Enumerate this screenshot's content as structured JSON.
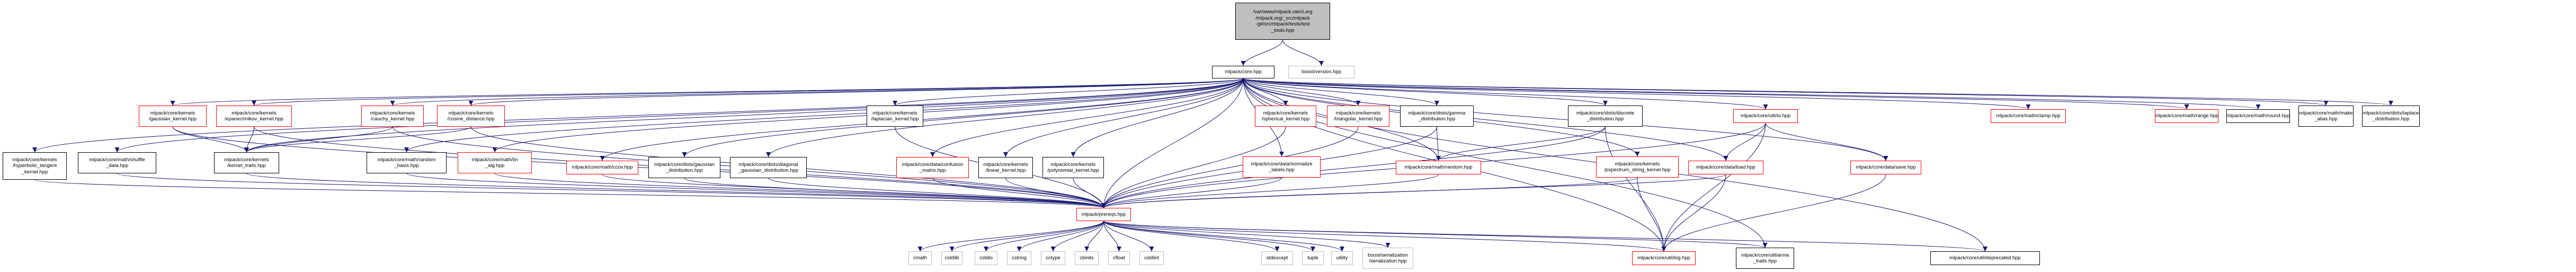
{
  "diagram": {
    "type": "include-dependency-graph",
    "colors": {
      "edge": "#191970",
      "root_fill": "#bfbfbf",
      "red_border": "#ff0000",
      "black_border": "#000000",
      "gray_border": "#bfbfbf"
    },
    "nodes": [
      {
        "id": "root",
        "label": "/var/www/mlpack.ratml.org\n/mlpack.org/_src/mlpack\n-git/src/mlpack/tests/test\n_tools.hpp",
        "style": "root"
      },
      {
        "id": "core",
        "label": "mlpack/core.hpp",
        "style": "black"
      },
      {
        "id": "boost_version",
        "label": "boost/version.hpp",
        "style": "gray"
      },
      {
        "id": "gaussian_kernel",
        "label": "mlpack/core/kernels\n/gaussian_kernel.hpp",
        "style": "red"
      },
      {
        "id": "epanechnikov_kernel",
        "label": "mlpack/core/kernels\n/epanechnikov_kernel.hpp",
        "style": "red"
      },
      {
        "id": "cauchy_kernel",
        "label": "mlpack/core/kernels\n/cauchy_kernel.hpp",
        "style": "red"
      },
      {
        "id": "cosine_distance",
        "label": "mlpack/core/kernels\n/cosine_distance.hpp",
        "style": "red"
      },
      {
        "id": "laplacian_kernel",
        "label": "mlpack/core/kernels\n/laplacian_kernel.hpp",
        "style": "black"
      },
      {
        "id": "spherical_kernel",
        "label": "mlpack/core/kernels\n/spherical_kernel.hpp",
        "style": "red"
      },
      {
        "id": "triangular_kernel",
        "label": "mlpack/core/kernels\n/triangular_kernel.hpp",
        "style": "red"
      },
      {
        "id": "gamma_distribution",
        "label": "mlpack/core/dists/gamma\n_distribution.hpp",
        "style": "black"
      },
      {
        "id": "discrete_distribution",
        "label": "mlpack/core/dists/discrete\n_distribution.hpp",
        "style": "black"
      },
      {
        "id": "io",
        "label": "mlpack/core/util/io.hpp",
        "style": "red"
      },
      {
        "id": "clamp",
        "label": "mlpack/core/math/clamp.hpp",
        "style": "red"
      },
      {
        "id": "range",
        "label": "mlpack/core/math/range.hpp",
        "style": "red"
      },
      {
        "id": "round",
        "label": "mlpack/core/math/round.hpp",
        "style": "black"
      },
      {
        "id": "make_alias",
        "label": "mlpack/core/math/make\n_alias.hpp",
        "style": "black"
      },
      {
        "id": "laplace_distribution",
        "label": "mlpack/core/dists/laplace\n_distribution.hpp",
        "style": "black"
      },
      {
        "id": "hyperbolic_tangent_kernel",
        "label": "mlpack/core/kernels\n/hyperbolic_tangent\n_kernel.hpp",
        "style": "black"
      },
      {
        "id": "shuffle_data",
        "label": "mlpack/core/math/shuffle\n_data.hpp",
        "style": "black"
      },
      {
        "id": "kernel_traits",
        "label": "mlpack/core/kernels\n/kernel_traits.hpp",
        "style": "black"
      },
      {
        "id": "random_basis",
        "label": "mlpack/core/math/random\n_basis.hpp",
        "style": "black"
      },
      {
        "id": "lin_alg",
        "label": "mlpack/core/math/lin\n_alg.hpp",
        "style": "red"
      },
      {
        "id": "ccov",
        "label": "mlpack/core/math/ccov.hpp",
        "style": "red"
      },
      {
        "id": "gaussian_distribution",
        "label": "mlpack/core/dists/gaussian\n_distribution.hpp",
        "style": "black"
      },
      {
        "id": "diagonal_gaussian_distribution",
        "label": "mlpack/core/dists/diagonal\n_gaussian_distribution.hpp",
        "style": "black"
      },
      {
        "id": "confusion_matrix",
        "label": "mlpack/core/data/confusion\n_matrix.hpp",
        "style": "red"
      },
      {
        "id": "linear_kernel",
        "label": "mlpack/core/kernels\n/linear_kernel.hpp",
        "style": "black"
      },
      {
        "id": "polynomial_kernel",
        "label": "mlpack/core/kernels\n/polynomial_kernel.hpp",
        "style": "black"
      },
      {
        "id": "normalize_labels",
        "label": "mlpack/core/data/normalize\n_labels.hpp",
        "style": "red"
      },
      {
        "id": "random",
        "label": "mlpack/core/math/random.hpp",
        "style": "red"
      },
      {
        "id": "pspectrum_string_kernel",
        "label": "mlpack/core/kernels\n/pspectrum_string_kernel.hpp",
        "style": "red"
      },
      {
        "id": "load",
        "label": "mlpack/core/data/load.hpp",
        "style": "red"
      },
      {
        "id": "save",
        "label": "mlpack/core/data/save.hpp",
        "style": "red"
      },
      {
        "id": "prereqs",
        "label": "mlpack/prereqs.hpp",
        "style": "red"
      },
      {
        "id": "cmath",
        "label": "cmath",
        "style": "gray"
      },
      {
        "id": "cstdlib",
        "label": "cstdlib",
        "style": "gray"
      },
      {
        "id": "cstdio",
        "label": "cstdio",
        "style": "gray"
      },
      {
        "id": "cstring",
        "label": "cstring",
        "style": "gray"
      },
      {
        "id": "cctype",
        "label": "cctype",
        "style": "gray"
      },
      {
        "id": "climits",
        "label": "climits",
        "style": "gray"
      },
      {
        "id": "cfloat",
        "label": "cfloat",
        "style": "gray"
      },
      {
        "id": "cstdint",
        "label": "cstdint",
        "style": "gray"
      },
      {
        "id": "stdexcept",
        "label": "stdexcept",
        "style": "gray"
      },
      {
        "id": "tuple",
        "label": "tuple",
        "style": "gray"
      },
      {
        "id": "utility",
        "label": "utility",
        "style": "gray"
      },
      {
        "id": "boost_serialization",
        "label": "boost/serialization\n/serialization.hpp",
        "style": "gray"
      },
      {
        "id": "log",
        "label": "mlpack/core/util/log.hpp",
        "style": "red"
      },
      {
        "id": "arma_traits",
        "label": "mlpack/core/util/arma\n_traits.hpp",
        "style": "black"
      },
      {
        "id": "deprecated",
        "label": "mlpack/core/util/deprecated.hpp",
        "style": "black"
      }
    ],
    "edges": [
      [
        "root",
        "core"
      ],
      [
        "root",
        "boost_version"
      ],
      [
        "core",
        "gaussian_kernel"
      ],
      [
        "core",
        "epanechnikov_kernel"
      ],
      [
        "core",
        "cauchy_kernel"
      ],
      [
        "core",
        "cosine_distance"
      ],
      [
        "core",
        "laplacian_kernel"
      ],
      [
        "core",
        "spherical_kernel"
      ],
      [
        "core",
        "triangular_kernel"
      ],
      [
        "core",
        "gamma_distribution"
      ],
      [
        "core",
        "discrete_distribution"
      ],
      [
        "core",
        "io"
      ],
      [
        "core",
        "clamp"
      ],
      [
        "core",
        "range"
      ],
      [
        "core",
        "round"
      ],
      [
        "core",
        "make_alias"
      ],
      [
        "core",
        "laplace_distribution"
      ],
      [
        "core",
        "hyperbolic_tangent_kernel"
      ],
      [
        "core",
        "shuffle_data"
      ],
      [
        "core",
        "kernel_traits"
      ],
      [
        "core",
        "random_basis"
      ],
      [
        "core",
        "lin_alg"
      ],
      [
        "core",
        "ccov"
      ],
      [
        "core",
        "gaussian_distribution"
      ],
      [
        "core",
        "diagonal_gaussian_distribution"
      ],
      [
        "core",
        "confusion_matrix"
      ],
      [
        "core",
        "linear_kernel"
      ],
      [
        "core",
        "polynomial_kernel"
      ],
      [
        "core",
        "normalize_labels"
      ],
      [
        "core",
        "random"
      ],
      [
        "core",
        "pspectrum_string_kernel"
      ],
      [
        "core",
        "load"
      ],
      [
        "core",
        "save"
      ],
      [
        "core",
        "prereqs"
      ],
      [
        "core",
        "log"
      ],
      [
        "core",
        "arma_traits"
      ],
      [
        "core",
        "deprecated"
      ],
      [
        "gaussian_kernel",
        "kernel_traits"
      ],
      [
        "gaussian_kernel",
        "prereqs"
      ],
      [
        "epanechnikov_kernel",
        "kernel_traits"
      ],
      [
        "epanechnikov_kernel",
        "prereqs"
      ],
      [
        "cauchy_kernel",
        "kernel_traits"
      ],
      [
        "cauchy_kernel",
        "prereqs"
      ],
      [
        "cosine_distance",
        "kernel_traits"
      ],
      [
        "cosine_distance",
        "prereqs"
      ],
      [
        "laplacian_kernel",
        "prereqs"
      ],
      [
        "spherical_kernel",
        "prereqs"
      ],
      [
        "triangular_kernel",
        "prereqs"
      ],
      [
        "gamma_distribution",
        "random"
      ],
      [
        "gamma_distribution",
        "prereqs"
      ],
      [
        "discrete_distribution",
        "random"
      ],
      [
        "discrete_distribution",
        "prereqs"
      ],
      [
        "discrete_distribution",
        "log"
      ],
      [
        "io",
        "load"
      ],
      [
        "io",
        "save"
      ],
      [
        "io",
        "log"
      ],
      [
        "io",
        "prereqs"
      ],
      [
        "hyperbolic_tangent_kernel",
        "prereqs"
      ],
      [
        "shuffle_data",
        "prereqs"
      ],
      [
        "kernel_traits",
        "prereqs"
      ],
      [
        "random_basis",
        "prereqs"
      ],
      [
        "lin_alg",
        "prereqs"
      ],
      [
        "ccov",
        "prereqs"
      ],
      [
        "gaussian_distribution",
        "prereqs"
      ],
      [
        "diagonal_gaussian_distribution",
        "prereqs"
      ],
      [
        "confusion_matrix",
        "prereqs"
      ],
      [
        "linear_kernel",
        "prereqs"
      ],
      [
        "polynomial_kernel",
        "prereqs"
      ],
      [
        "normalize_labels",
        "prereqs"
      ],
      [
        "random",
        "prereqs"
      ],
      [
        "pspectrum_string_kernel",
        "prereqs"
      ],
      [
        "pspectrum_string_kernel",
        "log"
      ],
      [
        "load",
        "prereqs"
      ],
      [
        "load",
        "log"
      ],
      [
        "save",
        "log"
      ],
      [
        "prereqs",
        "cmath"
      ],
      [
        "prereqs",
        "cstdlib"
      ],
      [
        "prereqs",
        "cstdio"
      ],
      [
        "prereqs",
        "cstring"
      ],
      [
        "prereqs",
        "cctype"
      ],
      [
        "prereqs",
        "climits"
      ],
      [
        "prereqs",
        "cfloat"
      ],
      [
        "prereqs",
        "cstdint"
      ],
      [
        "prereqs",
        "stdexcept"
      ],
      [
        "prereqs",
        "tuple"
      ],
      [
        "prereqs",
        "utility"
      ],
      [
        "prereqs",
        "boost_serialization"
      ],
      [
        "prereqs",
        "log"
      ],
      [
        "prereqs",
        "arma_traits"
      ],
      [
        "prereqs",
        "deprecated"
      ]
    ]
  }
}
